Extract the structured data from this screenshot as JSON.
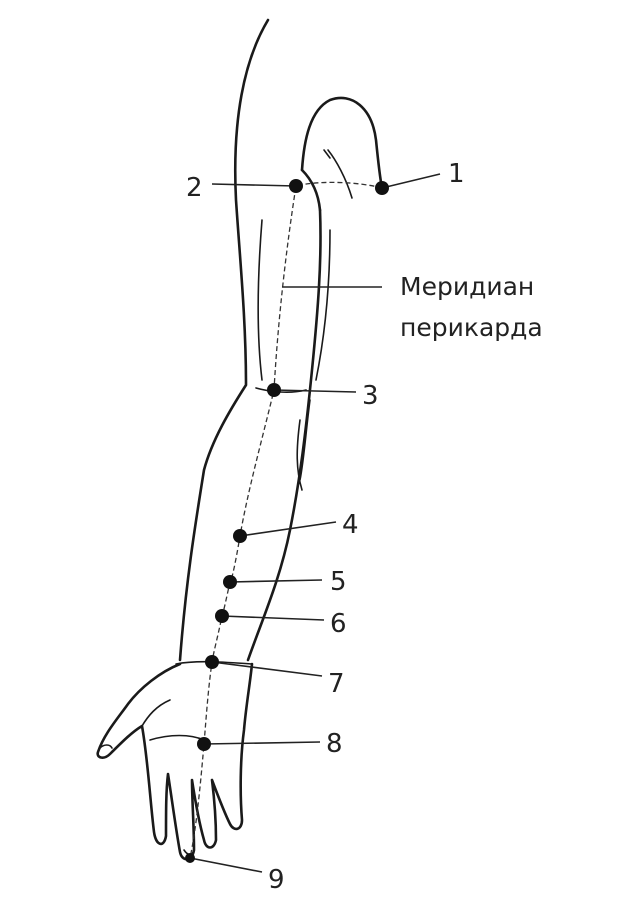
{
  "label": {
    "line1": "Меридиан",
    "line2": "перикарда"
  },
  "points": [
    {
      "id": "p1",
      "number": "1"
    },
    {
      "id": "p2",
      "number": "2"
    },
    {
      "id": "p3",
      "number": "3"
    },
    {
      "id": "p4",
      "number": "4"
    },
    {
      "id": "p5",
      "number": "5"
    },
    {
      "id": "p6",
      "number": "6"
    },
    {
      "id": "p7",
      "number": "7"
    },
    {
      "id": "p8",
      "number": "8"
    },
    {
      "id": "p9",
      "number": "9"
    }
  ]
}
